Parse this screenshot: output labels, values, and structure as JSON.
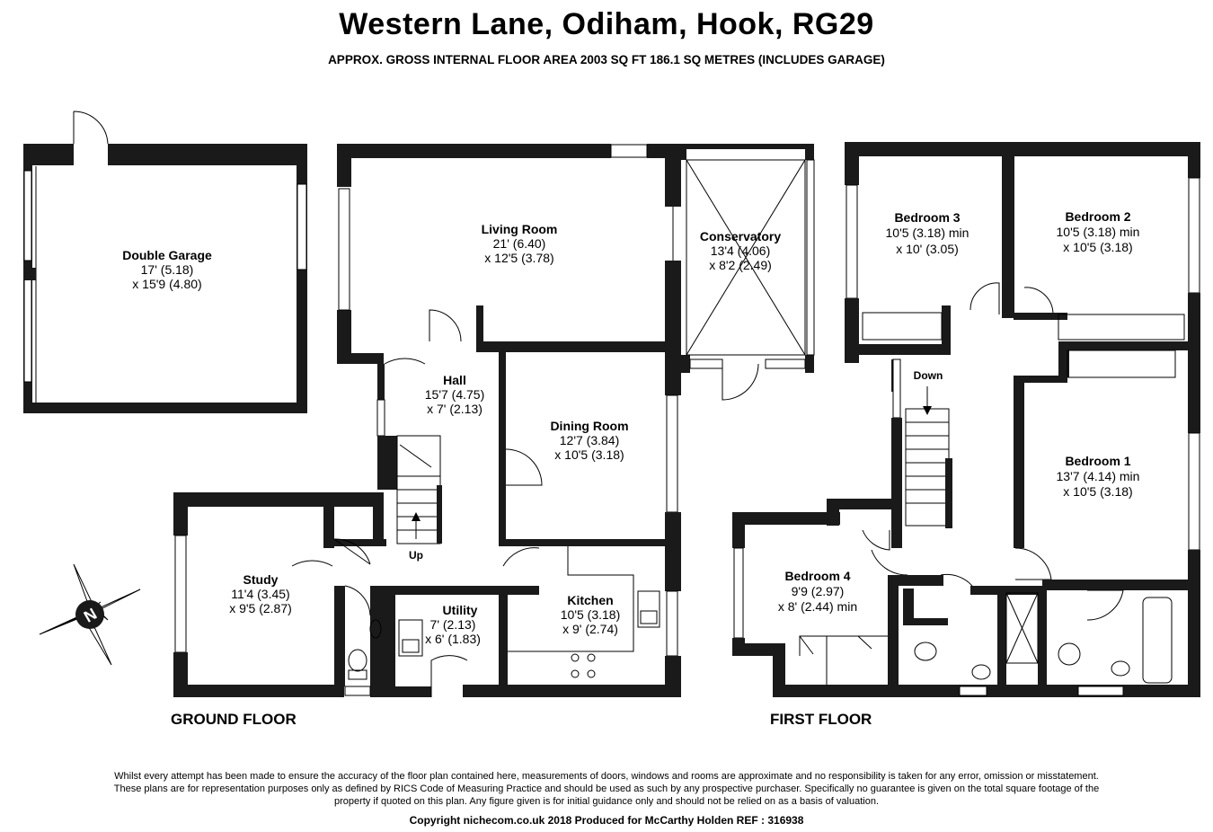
{
  "header": {
    "title": "Western Lane, Odiham, Hook, RG29",
    "subtitle": "APPROX. GROSS INTERNAL FLOOR AREA 2003 SQ FT 186.1 SQ METRES (INCLUDES GARAGE)"
  },
  "floors": {
    "ground": "GROUND FLOOR",
    "first": "FIRST FLOOR"
  },
  "rooms": {
    "garage": {
      "name": "Double Garage",
      "dim1": "17' (5.18)",
      "dim2": "x 15'9 (4.80)"
    },
    "living": {
      "name": "Living Room",
      "dim1": "21' (6.40)",
      "dim2": "x 12'5 (3.78)"
    },
    "conserv": {
      "name": "Conservatory",
      "dim1": "13'4 (4.06)",
      "dim2": "x 8'2 (2.49)"
    },
    "hall": {
      "name": "Hall",
      "dim1": "15'7 (4.75)",
      "dim2": "x 7' (2.13)"
    },
    "dining": {
      "name": "Dining Room",
      "dim1": "12'7 (3.84)",
      "dim2": "x 10'5 (3.18)"
    },
    "study": {
      "name": "Study",
      "dim1": "11'4 (3.45)",
      "dim2": "x 9'5 (2.87)"
    },
    "utility": {
      "name": "Utility",
      "dim1": "7' (2.13)",
      "dim2": "x 6' (1.83)"
    },
    "kitchen": {
      "name": "Kitchen",
      "dim1": "10'5 (3.18)",
      "dim2": "x 9' (2.74)"
    },
    "bed3": {
      "name": "Bedroom 3",
      "dim1": "10'5 (3.18) min",
      "dim2": "x 10' (3.05)"
    },
    "bed2": {
      "name": "Bedroom 2",
      "dim1": "10'5 (3.18) min",
      "dim2": "x 10'5 (3.18)"
    },
    "bed1": {
      "name": "Bedroom 1",
      "dim1": "13'7 (4.14) min",
      "dim2": "x 10'5 (3.18)"
    },
    "bed4": {
      "name": "Bedroom 4",
      "dim1": "9'9 (2.97)",
      "dim2": "x 8' (2.44) min"
    }
  },
  "labels": {
    "up": "Up",
    "down": "Down",
    "compass": "N"
  },
  "footer": {
    "disclaimer": "Whilst every attempt has been made to ensure the accuracy of the floor plan contained here, measurements of doors, windows and rooms are approximate and no responsibility is taken for any error, omission or misstatement. These plans are for representation purposes only as defined by RICS Code of Measuring Practice and should be used as such by any prospective purchaser. Specifically no guarantee is given on the total square footage of the property if quoted on this plan. Any figure given is for initial guidance only and should not be relied on as a basis of valuation.",
    "copyright": "Copyright nichecom.co.uk 2018     Produced for McCarthy Holden     REF : 316938"
  }
}
